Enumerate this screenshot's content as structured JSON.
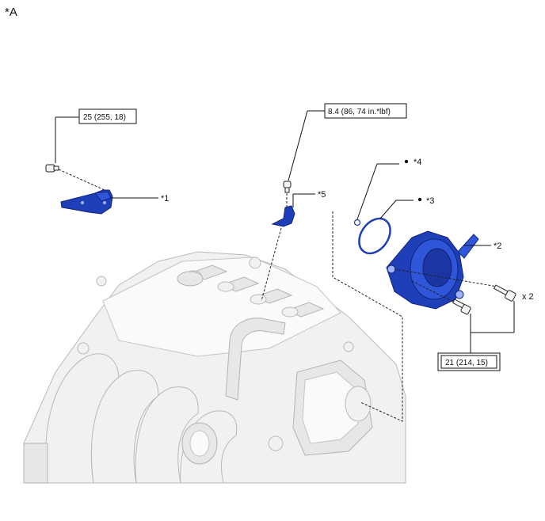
{
  "view_label": "*A",
  "callouts": {
    "c1": "*1",
    "c2": "*2",
    "c3": "*3",
    "c4": "*4",
    "c5": "*5"
  },
  "torque": {
    "t1": "25 (255, 18)",
    "t2": "8.4 (86, 74 in.*lbf)",
    "t3": "21 (214, 15)"
  },
  "quantity": "x 2",
  "colors": {
    "part_highlight": "#1f3fb8",
    "engine": "#f1f1f1"
  }
}
